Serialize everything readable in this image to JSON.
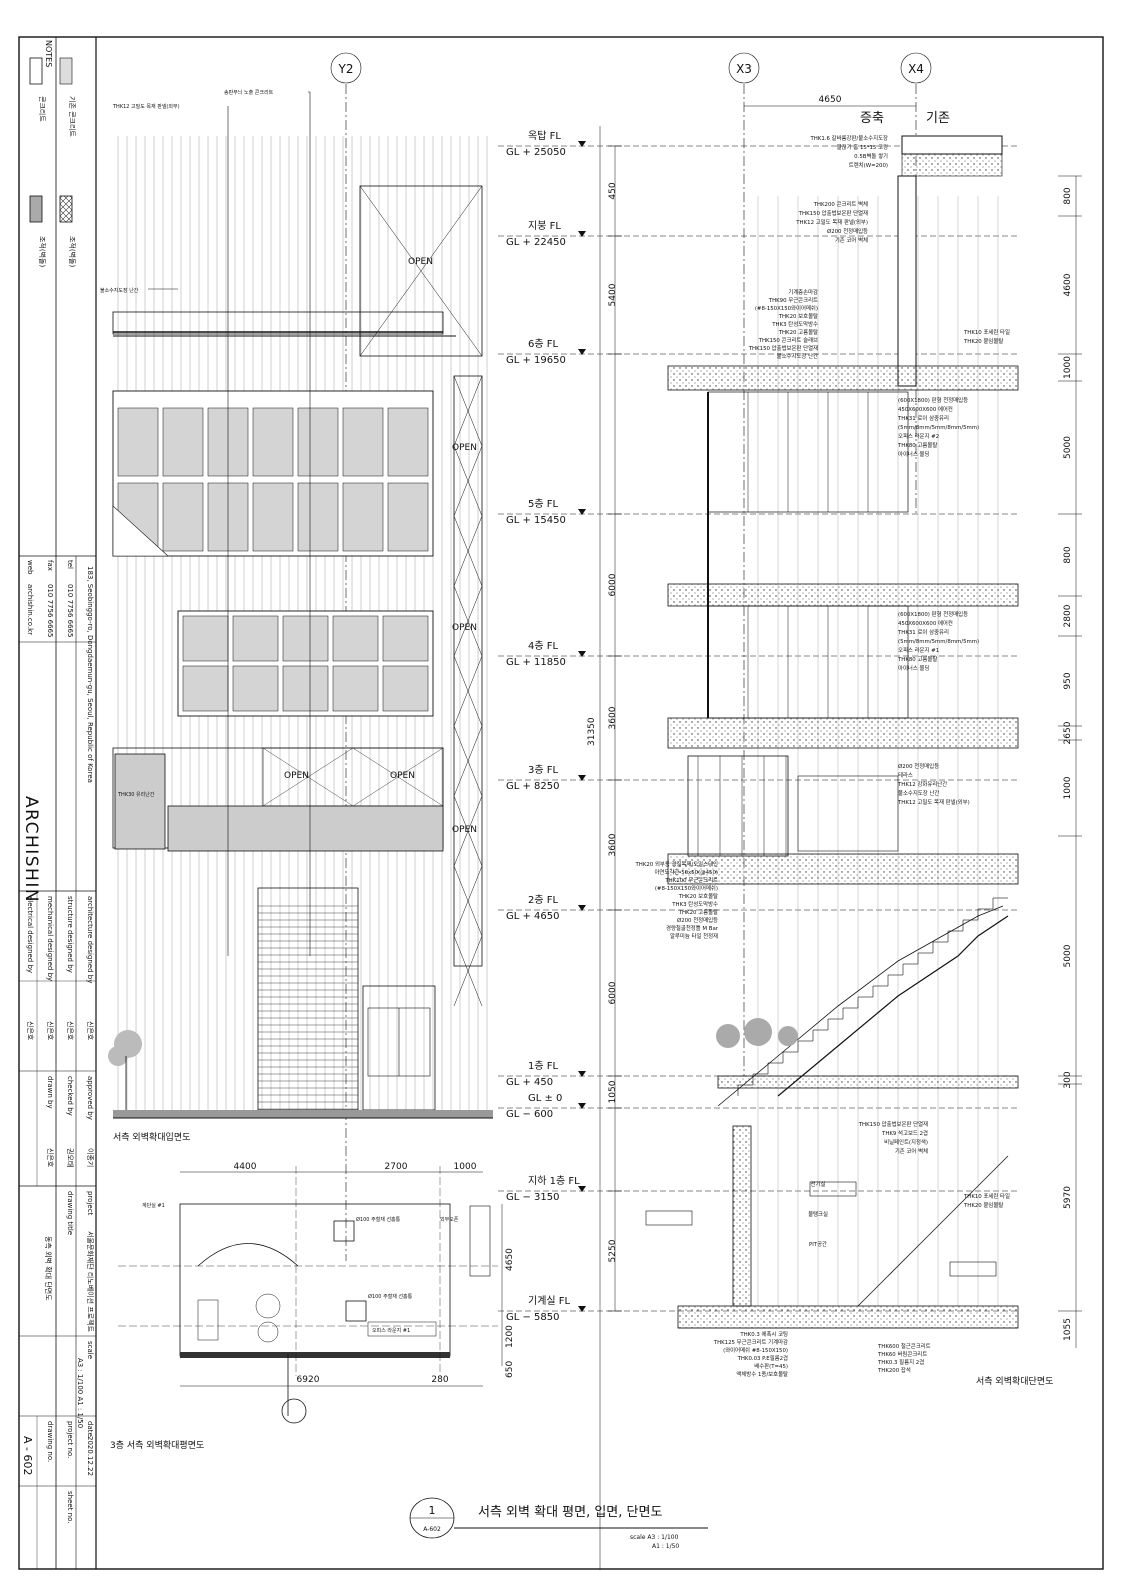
{
  "title_block": {
    "notes_label": "NOTES",
    "legend": [
      {
        "label": "기존 콘크리트",
        "hatch": "dots"
      },
      {
        "label": "콘크리트",
        "hatch": "none"
      },
      {
        "label": "조적(벽돌)",
        "hatch": "cross"
      },
      {
        "label": "조적(벽돌)",
        "hatch": "gray"
      }
    ],
    "address": "183, Seobinggo-ro, Dongdaemun-gu, Seoul, Republic of Korea",
    "tel_label": "tel",
    "tel": "010 7756 6665",
    "fax_label": "fax",
    "fax": "010 7756 6665",
    "web_label": "web",
    "web": "archishin.co.kr",
    "brand": "ARCHISHIN",
    "roles": [
      {
        "label": "architecture designed by",
        "value": "신은호"
      },
      {
        "label": "structure designed by",
        "value": "신은호"
      },
      {
        "label": "mechanical designed by",
        "value": "신은호"
      },
      {
        "label": "electrical designed by",
        "value": "신은호"
      }
    ],
    "approved_label": "approved by",
    "approved": "이종기",
    "checked_label": "checked by",
    "checked": "권오태",
    "drawn_label": "drawn by",
    "drawn": "신은호",
    "project_label": "project",
    "project": "서울문화재단 리노베이션 프로젝트",
    "drawing_title_label": "drawing title",
    "drawing_title": "동측 외벽 확대 단면도",
    "scale_label": "scale",
    "scale": "A3 : 1/100  A1 : 1/50",
    "date_label": "date",
    "date": "2020.12.22",
    "project_no_label": "project no.",
    "drawing_no_label": "drawing no.",
    "drawing_no": "A - 602",
    "sheet_no_label": "sheet no."
  },
  "grid": {
    "y2": "Y2",
    "x3": "X3",
    "x4": "X4",
    "span_x3_x4": "4650"
  },
  "levels": [
    {
      "name": "옥탑 FL",
      "gl": "GL + 25050",
      "height": "450"
    },
    {
      "name": "지붕 FL",
      "gl": "GL + 22450",
      "height": "5400"
    },
    {
      "name": "6층 FL",
      "gl": "GL + 19650",
      "height": ""
    },
    {
      "name": "5층 FL",
      "gl": "GL + 15450",
      "height": "6000"
    },
    {
      "name": "4층 FL",
      "gl": "GL + 11850",
      "height": "3600"
    },
    {
      "name": "3층 FL",
      "gl": "GL + 8250",
      "height": "3600"
    },
    {
      "name": "2층 FL",
      "gl": "GL + 4650",
      "height": "6000"
    },
    {
      "name": "1층 FL",
      "gl": "GL + 450",
      "height": "1050"
    },
    {
      "name": "GL ± 0",
      "gl": "GL − 600",
      "height": ""
    },
    {
      "name": "지하 1층 FL",
      "gl": "GL − 3150",
      "height": "5250"
    },
    {
      "name": "기계실 FL",
      "gl": "GL − 5850",
      "height": ""
    }
  ],
  "total_height": "31350",
  "right_dims": [
    "800",
    "4600",
    "1000",
    "5000",
    "800",
    "2800",
    "950",
    "2650",
    "1000",
    "5000",
    "300",
    "5970",
    "1055"
  ],
  "elevation": {
    "caption": "서측 외벽확대입면도",
    "open": "OPEN",
    "notes": [
      "송판무늬 노출 콘크리트",
      "THK12 고밀도 목재 판넬(외부)",
      "불소수지도장 난간",
      "THK30 유리난간"
    ]
  },
  "plan": {
    "caption": "3층 서측 외벽확대평면도",
    "dims_top": [
      "4400",
      "2700",
      "1000"
    ],
    "dims_bottom": [
      "6920",
      "280"
    ],
    "dims_right": [
      "4650",
      "1200",
      "650"
    ],
    "labels": [
      "계단실 #1",
      "Ø100 주철재 선홈통",
      "외부오픈",
      "Ø100 주철재 선홈통",
      "오피스 라운지 #1"
    ]
  },
  "section": {
    "caption": "서측 외벽확대단면도",
    "extension_label": "증축",
    "existing_label": "기존",
    "notes_top": [
      "THK1.6 갈바륨강판/불소수지도장",
      "물끊기 홈 15*15 코킹",
      "0.5B벽돌 쌓기",
      "트렌치(W=200)"
    ],
    "notes_wall": [
      "THK200 콘크리트 벽체",
      "THK150 압출법보온판 단열재",
      "THK12 고밀도 목재 판넬(외부)",
      "Ø200 천정매입등",
      "기존 코어 벽체"
    ],
    "notes_roof": [
      "기계층손마감",
      "THK90 무근콘크리트",
      "(#8-150X150와이어메쉬)",
      "THK20 보호몰탈",
      "THK3 탄성도막방수",
      "THK20 고름몰탈",
      "THK150 콘크리트 슬래브",
      "THK150 압출법보온판 단열재",
      "불소수지도장 난간"
    ],
    "notes_floor": [
      "THK10 포세린 타일",
      "THK20 붙임몰탈"
    ],
    "notes_5": [
      "(600X1800) 판형 천정매입등",
      "450X600X600 에어컨",
      "THK31 로이 삼중유리",
      "(5mm/8mm/5mm/8mm/5mm)",
      "오피스 라운지 #2",
      "THK80 고름몰탈",
      "아이너스 몰딩"
    ],
    "notes_4": [
      "(600X1800) 판형 천정매입등",
      "450X600X600 에어컨",
      "THK31 로이 삼중유리",
      "(5mm/8mm/5mm/8mm/5mm)",
      "오피스 라운지 #1",
      "THK80 고름몰탈",
      "아이너스 몰딩"
    ],
    "notes_3": [
      "Ø200 천정매입등",
      "테라스",
      "THK12 강화유리난간",
      "불소수지도장 난간",
      "THK12 고밀도 목재 판넬(외부)"
    ],
    "notes_2": [
      "THK20 외부용 경질목재/오일스테인",
      "아연도각관-50x50(@450)",
      "THK100 무근콘크리트",
      "(#8-150X150와이어메쉬)",
      "THK20 보호몰탈",
      "THK3 탄성도막방수",
      "THK20 고름몰탈",
      "Ø200 천정매입등",
      "경량철골천정틀 M Bar",
      "알루미늄 타일 천정재"
    ],
    "notes_1": [
      "THK150 압출법보온판 단열재",
      "THK9 석고보드 2겹",
      "비닐페인트(지정색)",
      "기존 코어 벽체"
    ],
    "rooms": [
      "전기실",
      "물탱크실",
      "PIT공간"
    ],
    "notes_b": [
      "THK10 포세린 타일",
      "THK20 붙임몰탈"
    ],
    "notes_bottom_left": [
      "THK0.3 에폭시 코팅",
      "THK125 무근콘크리트 기계마감",
      "(와이어메쉬 #8-150X150)",
      "THK0.03 P.E필름2겹",
      "배수판(T=45)",
      "액체방수 1종/보호몰탈"
    ],
    "notes_bottom_right": [
      "THK600 철근콘크리트",
      "THK60 버림콘크리트",
      "THK0.3 필름지 2겹",
      "THK200 잡석"
    ]
  },
  "footer": {
    "number": "1",
    "sheet": "A-602",
    "title": "서측 외벽 확대 평면, 입면, 단면도",
    "scale_line1": "scale  A3 : 1/100",
    "scale_line2": "A1 : 1/50"
  }
}
